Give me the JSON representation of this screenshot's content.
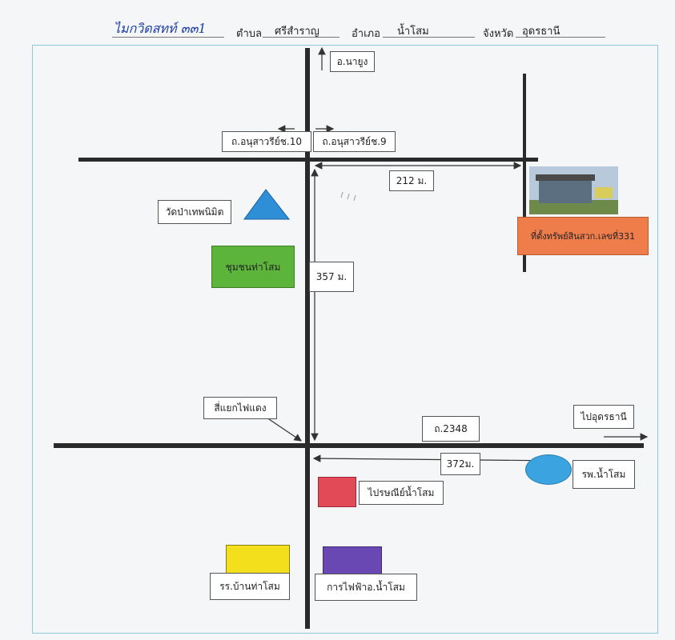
{
  "header": {
    "handwritten": "ไมกวิดสทท์ ๓๓1",
    "subdistrict_label": "ตำบล",
    "subdistrict_value": "ศรีสำราญ",
    "district_label": "อำเภอ",
    "district_value": "น้ำโสม",
    "province_label": "จังหวัด",
    "province_value": "อุดรธานี"
  },
  "labels": {
    "north": "อ.นายูง",
    "road_left": "ถ.อนุสาวรีย์ช.10",
    "road_right": "ถ.อนุสาวรีย์ช.9",
    "dist_top": "212 ม.",
    "temple": "วัดป่าเทพนิมิต",
    "community": "ชุมชนท่าโสม",
    "dist_vertical": "357 ม.",
    "traffic_light": "สี่แยกไฟแดง",
    "road_2348": "ถ.2348",
    "to_udon": "ไปอุดรธานี",
    "dist_bottom": "372ม.",
    "hospital": "รพ.น้ำโสม",
    "post_office": "ไปรษณีย์น้ำโสม",
    "school": "รร.บ้านท่าโสม",
    "electricity": "การไฟฟ้าอ.น้ำโสม",
    "property": "ที่ตั้งทรัพย์สินสวก.เลขที่331"
  },
  "colors": {
    "temple": "#2f8fd6",
    "community": "#5cb53a",
    "property": "#ef7d4c",
    "post_office": "#e24a58",
    "hospital": "#3aa3e0",
    "school": "#f4df1c",
    "electricity": "#6a48b4"
  }
}
